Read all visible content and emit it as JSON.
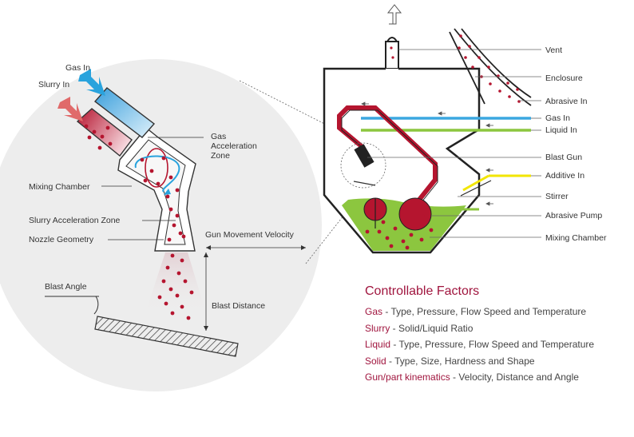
{
  "left_labels": {
    "gas_in": "Gas In",
    "slurry_in": "Slurry In",
    "gas_accel_1": "Gas",
    "gas_accel_2": "Acceleration",
    "gas_accel_3": "Zone",
    "mixing_chamber": "Mixing Chamber",
    "slurry_accel": "Slurry Acceleration Zone",
    "nozzle_geometry": "Nozzle Geometry",
    "gun_movement": "Gun Movement Velocity",
    "blast_angle": "Blast Angle",
    "blast_distance": "Blast Distance"
  },
  "right_labels": {
    "vent": "Vent",
    "enclosure": "Enclosure",
    "abrasive_in": "Abrasive In",
    "gas_in": "Gas In",
    "liquid_in": "Liquid In",
    "blast_gun": "Blast Gun",
    "additive_in": "Additive In",
    "stirrer": "Stirrer",
    "abrasive_pump": "Abrasive Pump",
    "mixing_chamber": "Mixing Chamber"
  },
  "factors": {
    "title": "Controllable Factors",
    "items": [
      {
        "key": "Gas",
        "text": " - Type, Pressure, Flow Speed and Temperature"
      },
      {
        "key": "Slurry",
        "text": " - Solid/Liquid Ratio"
      },
      {
        "key": "Liquid",
        "text": " - Type, Pressure, Flow Speed and Temperature"
      },
      {
        "key": "Solid",
        "text": " - Type, Size, Hardness and Shape"
      },
      {
        "key": "Gun/part kinematics",
        "text": " - Velocity, Distance and Angle"
      }
    ]
  },
  "colors": {
    "accent": "#a0153e",
    "gas_blue": "#3ba7e0",
    "liquid_green": "#8cc63f",
    "additive_yellow": "#f2e600",
    "slurry_red": "#b5152f",
    "circle_bg": "#ededed"
  }
}
